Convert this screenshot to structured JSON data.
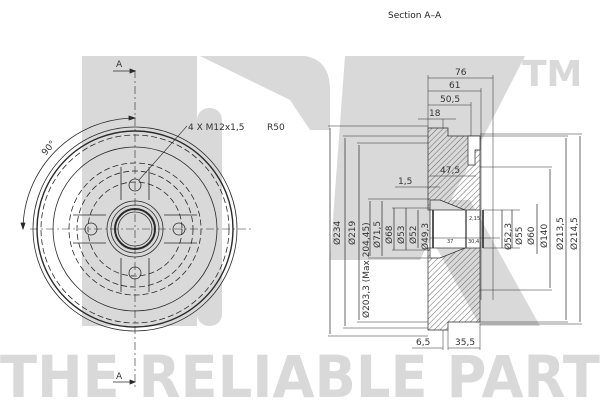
{
  "watermark": {
    "logo": "NK",
    "trademark": "TM",
    "slogan": "THE RELIABLE PART",
    "color": "#d9d9d9"
  },
  "section_title": "Section A–A",
  "front_view": {
    "cut_marker_top": "A",
    "cut_marker_bottom": "A",
    "angle_label": "90°",
    "bolt_callout": "4 X M12x1,5",
    "bolt_radius": "R50"
  },
  "section_view": {
    "top_dimensions": [
      "76",
      "61",
      "50,5",
      "18"
    ],
    "inner_dimensions": {
      "depth_47_5": "47,5",
      "offset_1_5": "1,5",
      "bearing_len_37": "37",
      "bearing_len_30_4": "30,4",
      "chamfer_2_15": "2,15"
    },
    "left_diameters": [
      "Ø234",
      "Ø219",
      "Ø203,3  (Max  204,45)",
      "Ø71,5",
      "Ø68",
      "Ø53",
      "Ø52",
      "Ø49,3"
    ],
    "right_diameters": [
      "Ø52,3",
      "Ø55",
      "Ø60",
      "Ø140",
      "Ø213,5",
      "Ø214,5"
    ],
    "bottom_dimensions": [
      "6,5",
      "35,5"
    ]
  },
  "colors": {
    "line": "#2a2a2a",
    "hatch": "#444444",
    "watermark": "#d9d9d9"
  }
}
